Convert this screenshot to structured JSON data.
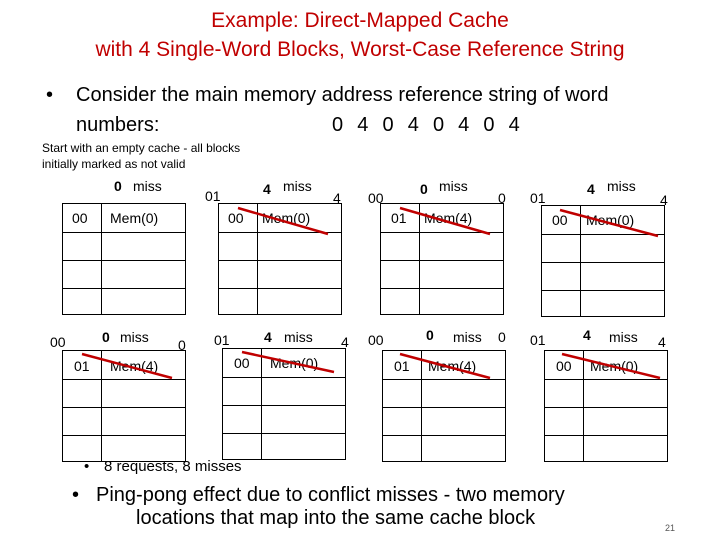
{
  "slide": {
    "title_line1": "Example: Direct-Mapped Cache",
    "title_line2": "with 4 Single-Word Blocks, Worst-Case Reference String",
    "bullet1_line1": "Consider the main memory address reference string of word",
    "bullet1_line2": "numbers:",
    "reference_string": "0  4  0  4  0  4  0  4",
    "note_line1": "Start with an empty cache - all blocks",
    "note_line2": "initially marked as not valid",
    "bullet2": "8 requests, 8 misses",
    "bullet3_line1": "Ping-pong effect due to conflict misses - two memory",
    "bullet3_line2": "locations that map into the same cache block",
    "page_number": "21",
    "bullet_char": "•"
  },
  "steps": [
    {
      "req": "0",
      "result": "miss",
      "tag": "00",
      "block": "Mem(0)",
      "tag_old": "",
      "next_addr": ""
    },
    {
      "req": "4",
      "result": "miss",
      "tag": "00",
      "block": "Mem(0)",
      "tag_old": "01",
      "next_addr": "4"
    },
    {
      "req": "0",
      "result": "miss",
      "tag": "01",
      "block": "Mem(4)",
      "tag_old": "00",
      "next_addr": "0"
    },
    {
      "req": "4",
      "result": "miss",
      "tag": "00",
      "block": "Mem(0)",
      "tag_old": "01",
      "next_addr": "4"
    },
    {
      "req": "0",
      "result": "miss",
      "tag": "01",
      "block": "Mem(4)",
      "tag_old": "00",
      "next_addr": "0"
    },
    {
      "req": "4",
      "result": "miss",
      "tag": "00",
      "block": "Mem(0)",
      "tag_old": "01",
      "next_addr": "4"
    },
    {
      "req": "0",
      "result": "miss",
      "tag": "01",
      "block": "Mem(4)",
      "tag_old": "00",
      "next_addr": "0"
    },
    {
      "req": "4",
      "result": "miss",
      "tag": "00",
      "block": "Mem(0)",
      "tag_old": "01",
      "next_addr": "4"
    }
  ],
  "colors": {
    "title": "#c00000",
    "strike": "#c00000"
  }
}
